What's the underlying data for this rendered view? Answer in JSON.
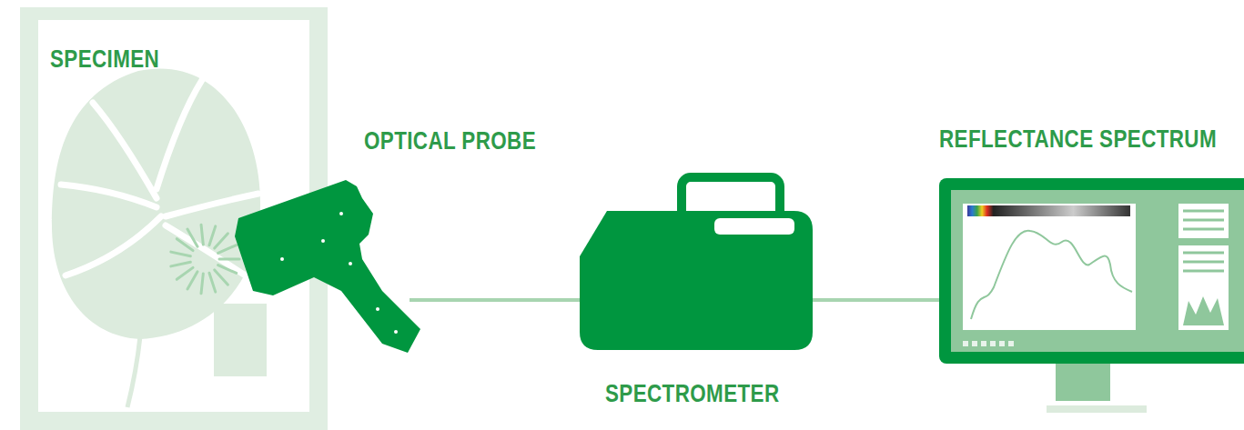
{
  "diagram": {
    "nodes": [
      {
        "text": [
          "SPECIMEN"
        ]
      },
      {
        "text": [
          "OPTICAL PROBE"
        ]
      },
      {
        "text": [
          "SPECTROMETER"
        ]
      },
      {
        "text": [
          "REFLECTANCE SPECTRUM"
        ]
      }
    ],
    "edges": [
      {
        "from": 1,
        "to": 2,
        "arrow": "none"
      },
      {
        "from": 2,
        "to": 3,
        "arrow": "none"
      }
    ]
  }
}
